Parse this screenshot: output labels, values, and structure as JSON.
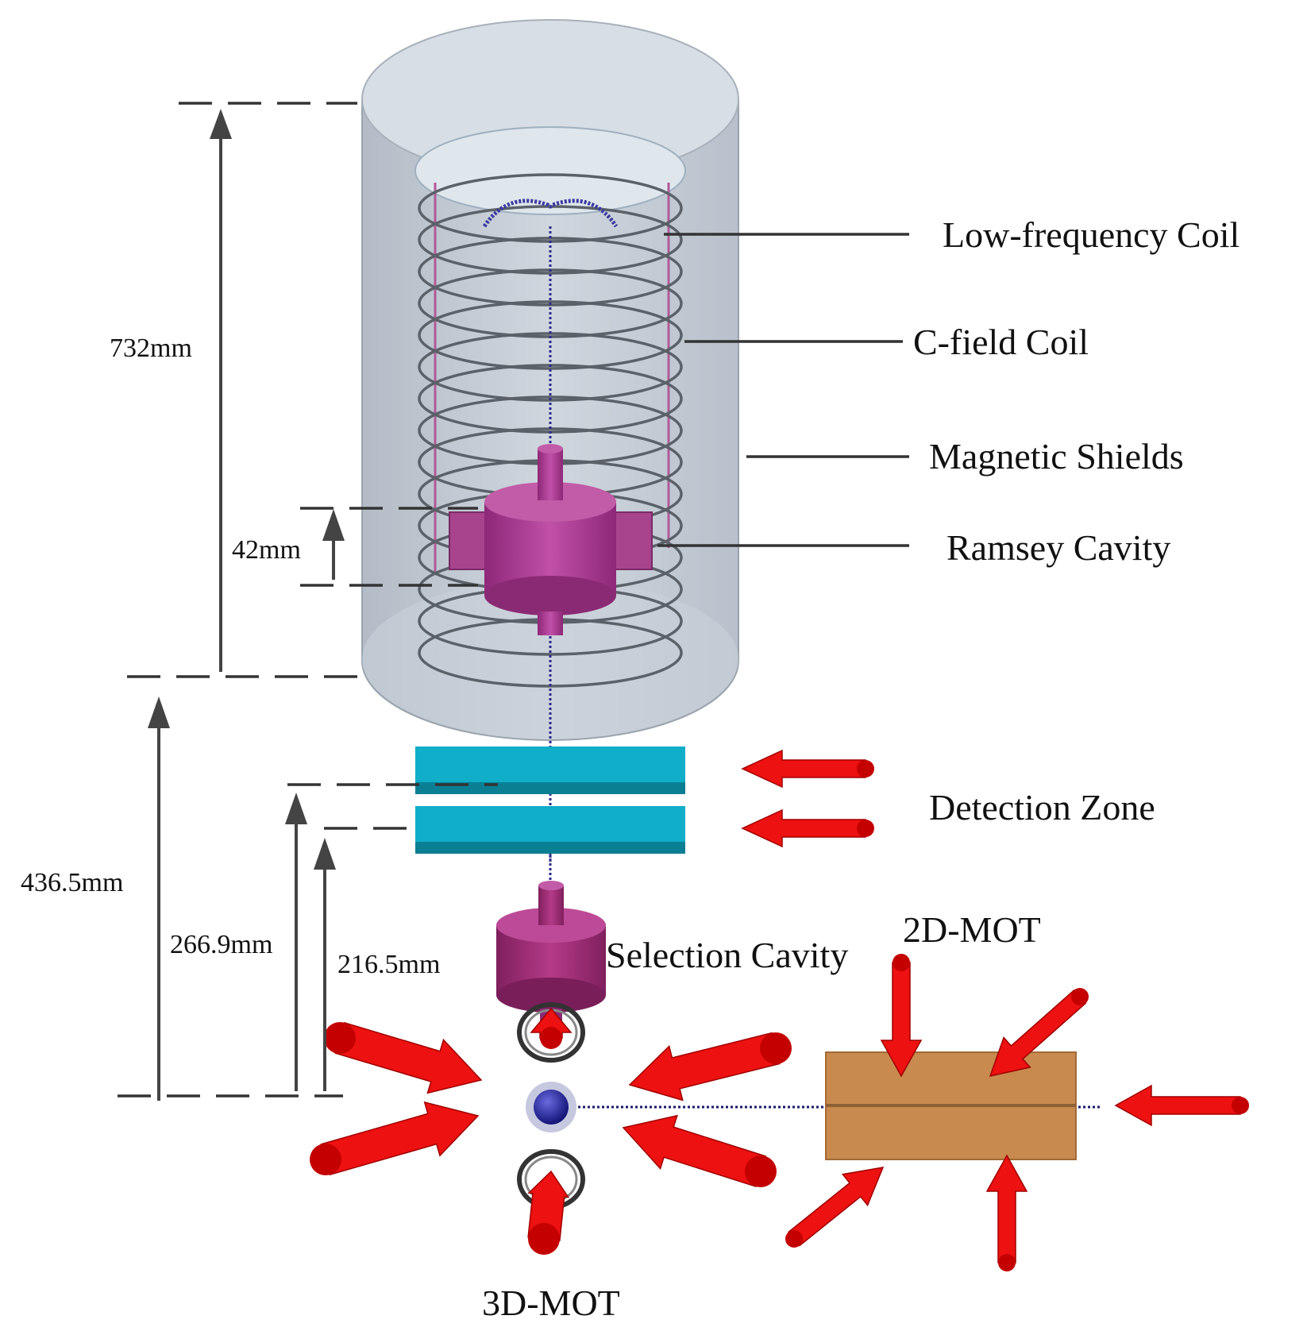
{
  "labels": {
    "low_frequency_coil": "Low-frequency Coil",
    "c_field_coil": "C-field Coil",
    "magnetic_shields": "Magnetic Shields",
    "ramsey_cavity": "Ramsey Cavity",
    "detection_zone": "Detection Zone",
    "selection_cavity": "Selection Cavity",
    "mot_2d": "2D-MOT",
    "mot_3d": "3D-MOT"
  },
  "dimensions": {
    "shield_height": "732mm",
    "ramsey_height": "42mm",
    "shield_base_height": "436.5mm",
    "detection_upper_height": "266.9mm",
    "detection_lower_height": "216.5mm"
  },
  "colors": {
    "shield": "#c3ccd6",
    "cavity": "#b03c92",
    "detection": "#10aec8",
    "beam": "#ee1111",
    "mot2d": "#c88a4e",
    "atom": "#1a1a8c",
    "coil": "#5b6168"
  }
}
